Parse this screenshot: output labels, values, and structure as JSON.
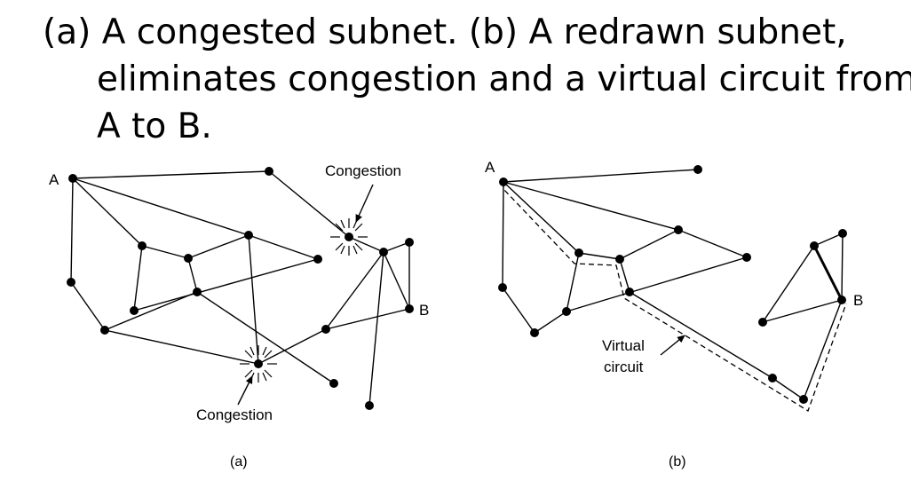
{
  "title": {
    "line1": "(a) A congested subnet. (b) A redrawn subnet,",
    "line2": "eliminates congestion and a virtual circuit from",
    "line3": "A to B."
  },
  "figure_a": {
    "caption": "(a)",
    "node_a_label": "A",
    "node_b_label": "B",
    "congestion_top_label": "Congestion",
    "congestion_bottom_label": "Congestion"
  },
  "figure_b": {
    "caption": "(b)",
    "node_a_label": "A",
    "node_b_label": "B",
    "virtual_circuit_line1": "Virtual",
    "virtual_circuit_line2": "circuit"
  }
}
